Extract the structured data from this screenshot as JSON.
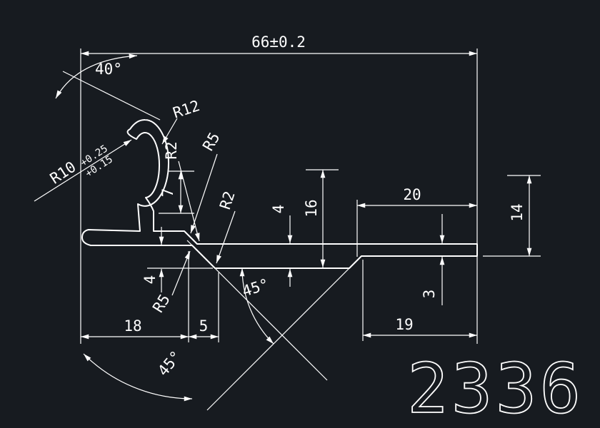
{
  "drawing": {
    "background_color": "#171b20",
    "line_color": "#ffffff",
    "part_number": "2336",
    "labels": {
      "dim_66": "66±0.2",
      "angle_40": "40°",
      "r12": "R12",
      "r10": "R10",
      "r10_tol_upper": "+0.25",
      "r10_tol_lower": "+0.15",
      "r2_upper": "R2",
      "r5_upper": "R5",
      "dim_7": "7",
      "r2_mid": "R2",
      "dim_4_mid": "4",
      "dim_16": "16",
      "dim_20": "20",
      "dim_14": "14",
      "dim_4_left": "4",
      "r5_lower": "R5",
      "angle_45_mid": "45°",
      "dim_18": "18",
      "dim_5": "5",
      "angle_45_bottom": "45°",
      "dim_19": "19",
      "dim_3": "3"
    }
  }
}
